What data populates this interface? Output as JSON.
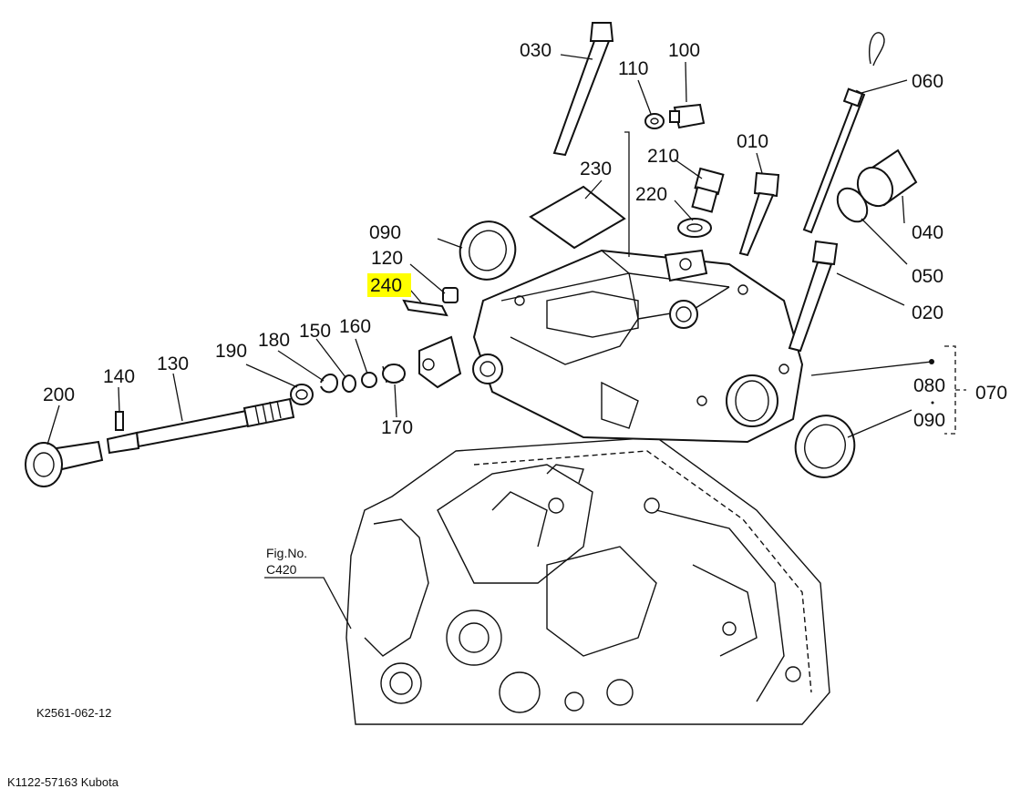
{
  "labels": {
    "p030": "030",
    "p110": "110",
    "p100": "100",
    "p060": "060",
    "p010": "010",
    "p210": "210",
    "p230": "230",
    "p220": "220",
    "p040": "040",
    "p050": "050",
    "p020": "020",
    "p090a": "090",
    "p120": "120",
    "p240": "240",
    "p190": "190",
    "p180": "180",
    "p150": "150",
    "p160": "160",
    "p140": "140",
    "p130": "130",
    "p200": "200",
    "p170": "170",
    "p080": "080",
    "p090b": "090",
    "p070": "070"
  },
  "highlight_color": "#ffff00",
  "fig_ref": {
    "line1": "Fig.No.",
    "line2": "C420"
  },
  "drawing_code": "K2561-062-12",
  "footer": "K1122-57163 Kubota"
}
